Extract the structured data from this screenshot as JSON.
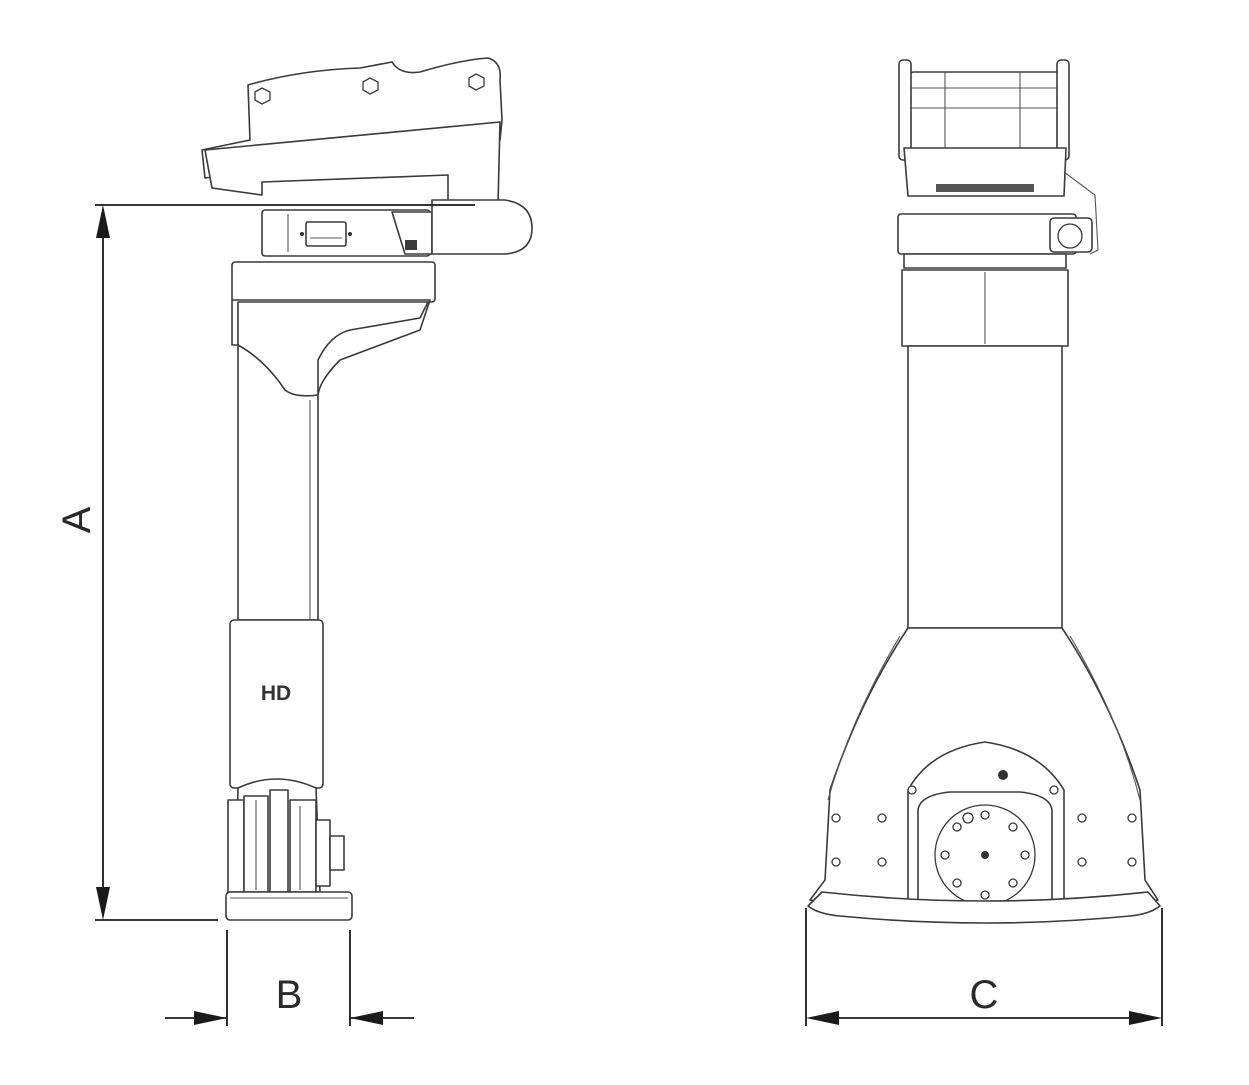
{
  "dimensions": {
    "a": "A",
    "b": "B",
    "c": "C"
  },
  "side_view": {
    "marking": "HD"
  }
}
